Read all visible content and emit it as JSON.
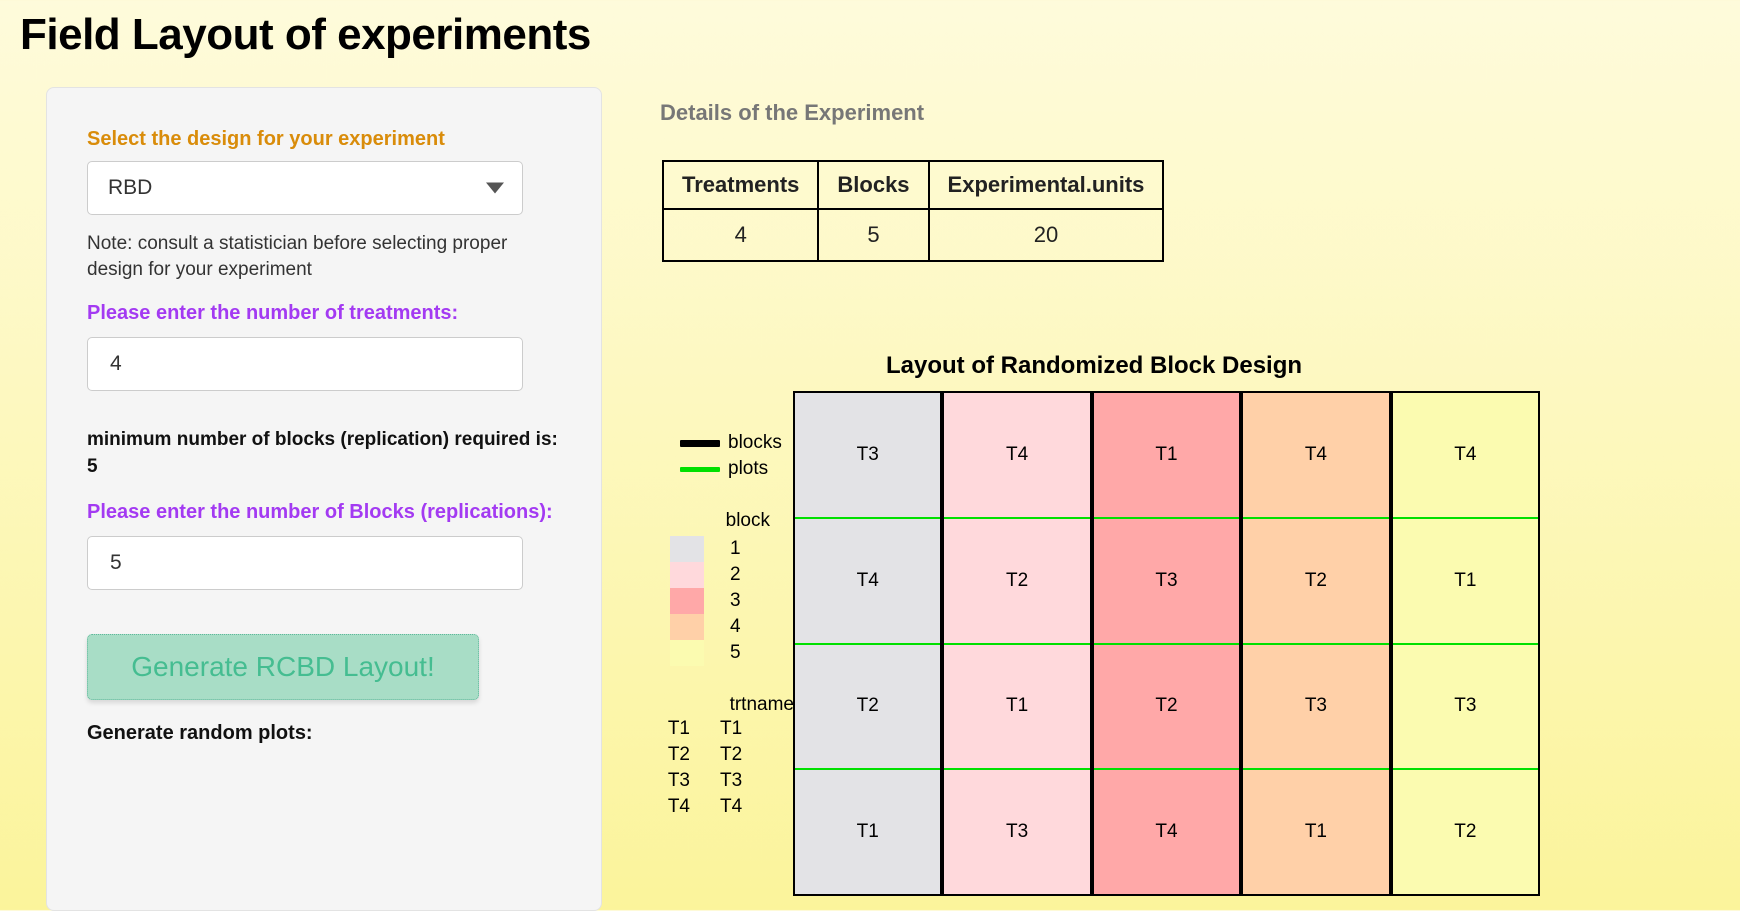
{
  "page": {
    "title": "Field Layout of experiments"
  },
  "sidebar": {
    "design_label": "Select the design for your experiment",
    "design_selected": "RBD",
    "design_options": [
      "RBD"
    ],
    "dropdown_icon": "chevron-down-icon",
    "note": "Note: consult a statistician before selecting proper design for your experiment",
    "treatments_label": "Please enter the number of treatments:",
    "treatments_value": "4",
    "min_blocks_text": "minimum number of blocks (replication) required is: 5",
    "blocks_label": "Please enter the number of Blocks (replications):",
    "blocks_value": "5",
    "generate_button": "Generate RCBD Layout!",
    "random_plots_label": "Generate random plots:"
  },
  "details": {
    "heading": "Details of the Experiment",
    "columns": [
      "Treatments",
      "Blocks",
      "Experimental.units"
    ],
    "row": [
      "4",
      "5",
      "20"
    ]
  },
  "chart_data": {
    "type": "heatmap",
    "title": "Layout of Randomized Block Design",
    "xlabel": "",
    "ylabel": "",
    "grid": true,
    "legend_position": "left",
    "line_legend": {
      "entries": [
        {
          "label": "blocks",
          "color": "#000000",
          "width": "thick"
        },
        {
          "label": "plots",
          "color": "#00e000",
          "width": "thin"
        }
      ]
    },
    "block_legend": {
      "title": "block",
      "keys": [
        "1",
        "2",
        "3",
        "4",
        "5"
      ],
      "colors": [
        "#e3e3e6",
        "#ffd9dc",
        "#ffa8a8",
        "#ffd0a8",
        "#fbfbb0"
      ]
    },
    "trt_legend": {
      "title": "trtname",
      "symbols": [
        "T1",
        "T2",
        "T3",
        "T4"
      ],
      "keys": [
        "T1",
        "T2",
        "T3",
        "T4"
      ]
    },
    "blocks": [
      {
        "block": "1",
        "color": "#e3e3e6",
        "plots": [
          "T3",
          "T4",
          "T2",
          "T1"
        ]
      },
      {
        "block": "2",
        "color": "#ffd9dc",
        "plots": [
          "T4",
          "T2",
          "T1",
          "T3"
        ]
      },
      {
        "block": "3",
        "color": "#ffa8a8",
        "plots": [
          "T1",
          "T3",
          "T2",
          "T4"
        ]
      },
      {
        "block": "4",
        "color": "#ffd0a8",
        "plots": [
          "T4",
          "T2",
          "T3",
          "T1"
        ]
      },
      {
        "block": "5",
        "color": "#fbfbb0",
        "plots": [
          "T4",
          "T1",
          "T3",
          "T2"
        ]
      }
    ]
  },
  "colors": {
    "accent_orange": "#d98c0a",
    "accent_purple": "#a33af2",
    "button_bg": "#a8ddc6",
    "button_text": "#45bd91",
    "plot_line": "#00e000",
    "block_line": "#000000"
  }
}
